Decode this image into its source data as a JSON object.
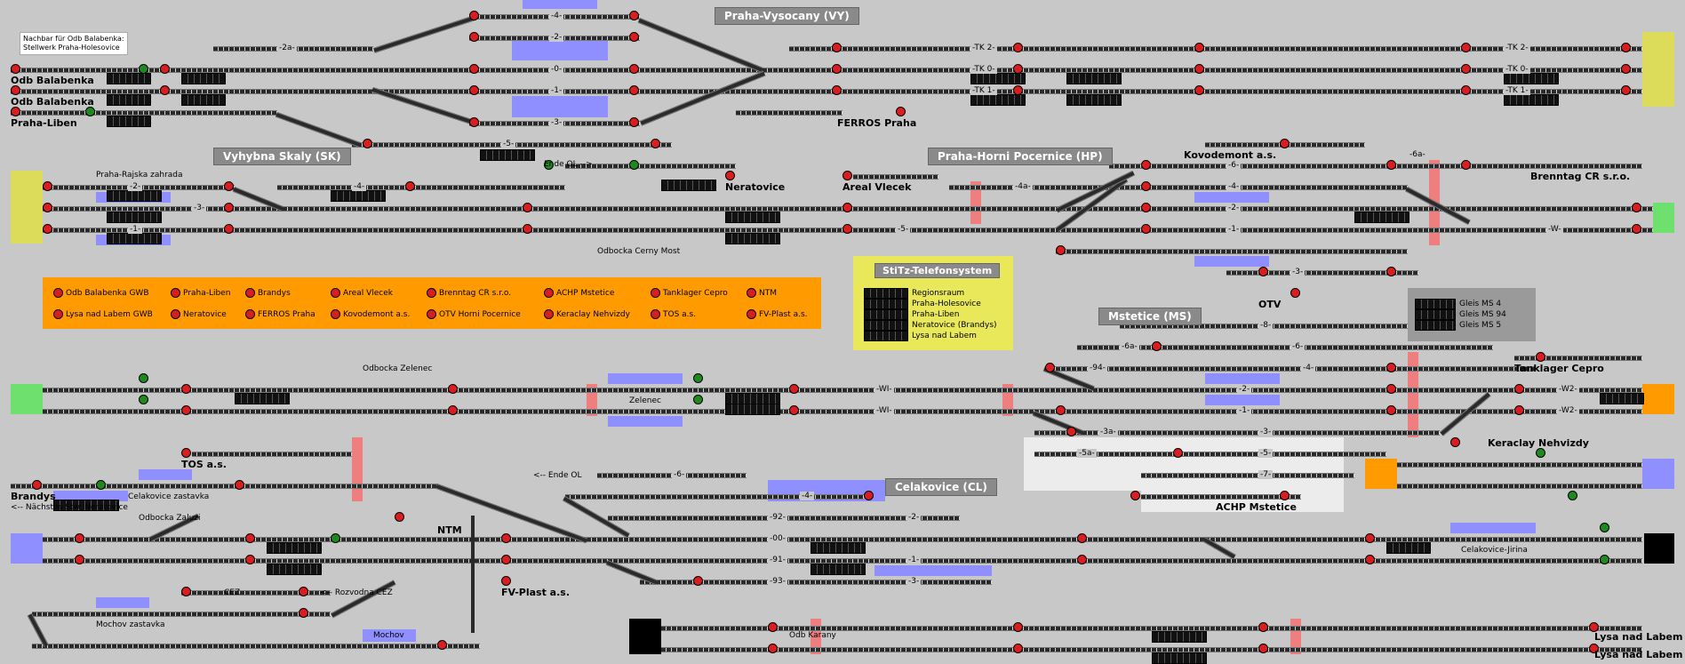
{
  "stations": {
    "vysocany": "Praha-Vysocany (VY)",
    "skaly": "Vyhybna Skaly (SK)",
    "pocernice": "Praha-Horni Pocernice (HP)",
    "stitz": "StiTz-Telefonsystem",
    "mstetice": "Mstetice (MS)",
    "celakovice": "Celakovice (CL)"
  },
  "places": {
    "balabenka1": "Odb Balabenka",
    "balabenka2": "Odb Balabenka",
    "liben": "Praha-Liben",
    "ferros": "FERROS Praha",
    "rajska": "Praha-Rajska zahrada",
    "ende_ol": "Ende OL -->",
    "neratovice": "Neratovice",
    "cerny_most": "Odbocka Cerny Most",
    "areal": "Areal Vlecek",
    "kovodemont": "Kovodemont a.s.",
    "brenntag": "Brenntag CR s.r.o.",
    "otv": "OTV",
    "zelenec_odb": "Odbocka Zelenec",
    "zelenec": "Zelenec",
    "tanklager": "Tanklager Cepro",
    "keraclay": "Keraclay Nehvizdy",
    "achp": "ACHP Mstetice",
    "tos": "TOS a.s.",
    "brandys": "Brandys",
    "next_stw": "<-- Nächstes Stw: Neratovice",
    "celakovice_zast": "Celakovice zastavka",
    "zaluzi": "Odbocka Zaluzi",
    "ntm": "NTM",
    "ende_ol2": "<-- Ende OL",
    "cez": "CEZ",
    "rozvodna": "<-- Rozvodna CEZ",
    "fvplast": "FV-Plast a.s.",
    "mochov_zast": "Mochov zastavka",
    "mochov": "Mochov",
    "odb_karany": "Odb Karany",
    "lysa1": "Lysa nad Labem",
    "lysa2": "Lysa nad Labem",
    "jirina": "Celakovice-Jirina"
  },
  "note": {
    "line1": "Nachbar für Odb Balabenka:",
    "line2": "Stellwerk Praha-Holesovice"
  },
  "legend": {
    "items": [
      "Odb Balabenka GWB",
      "Praha-Liben",
      "Brandys",
      "Areal Vlecek",
      "Brenntag CR s.r.o.",
      "ACHP Mstetice",
      "Tanklager Cepro",
      "NTM",
      "Lysa nad Labem GWB",
      "Neratovice",
      "FERROS Praha",
      "Kovodemont a.s.",
      "OTV Horni Pocernice",
      "Keraclay Nehvizdy",
      "TOS a.s.",
      "FV-Plast a.s."
    ]
  },
  "telefon": {
    "items": [
      "Regionsraum",
      "Praha-Holesovice",
      "Praha-Liben",
      "Neratovice (Brandys)",
      "Lysa nad Labem"
    ]
  },
  "gleis_ms": {
    "items": [
      "Gleis MS 4",
      "Gleis MS 94",
      "Gleis MS 5"
    ]
  },
  "track_labels": {
    "vy_4": "-4-",
    "vy_2a": "-2a-",
    "vy_2": "-2-",
    "vy_0": "-0-",
    "vy_1": "-1-",
    "vy_3": "-3-",
    "vy_5": "-5-",
    "tk2a": "-TK 2-",
    "tk0a": "-TK 0-",
    "tk1a": "-TK 1-",
    "tk2b": "-TK 2-",
    "tk0b": "-TK 0-",
    "tk1b": "-TK 1-",
    "sk_4": "-4-",
    "sk_2": "-2-",
    "sk_1": "-1-",
    "sk_3": "-3-",
    "hp_4a": "-4a-",
    "hp_6": "-6-",
    "hp_4": "-4-",
    "hp_2": "-2-",
    "hp_1": "-1-",
    "hp_3": "-3-",
    "hp_w": "-W-",
    "hp_6a": "-6a-",
    "hp_5": "-5-",
    "w1a": "-WI-",
    "w1b": "-WI-",
    "w2a": "-W2-",
    "w2b": "-W2-",
    "ms_8": "-8-",
    "ms_6a": "-6a-",
    "ms_6": "-6-",
    "ms_94": "-94-",
    "ms_4": "-4-",
    "ms_2": "-2-",
    "ms_1": "-1-",
    "ms_3a": "-3a-",
    "ms_3": "-3-",
    "ms_5a": "-5a-",
    "ms_5": "-5-",
    "ms_7": "-7-",
    "cl_6": "-6-",
    "cl_4": "-4-",
    "cl_92": "-92-",
    "cl_2": "-2-",
    "cl_00": "-00-",
    "cl_1": "-1-",
    "cl_91": "-91-",
    "cl_93": "-93-",
    "cl_3": "-3-"
  },
  "colors": {
    "track": "#2a2a2a",
    "signal_red": "#d81e1e",
    "signal_green": "#1e8a1e",
    "occupied_blue": "#8f8fff",
    "occupied_red": "#ef7f7f",
    "legend_orange": "#ff9b00",
    "telefon_yellow": "#e8e85a",
    "station_box": "#8a8a8a",
    "end_yellow": "#dcdc5a",
    "end_green": "#6ee06e",
    "end_orange": "#ff9b00",
    "end_blue": "#8f8fff"
  }
}
